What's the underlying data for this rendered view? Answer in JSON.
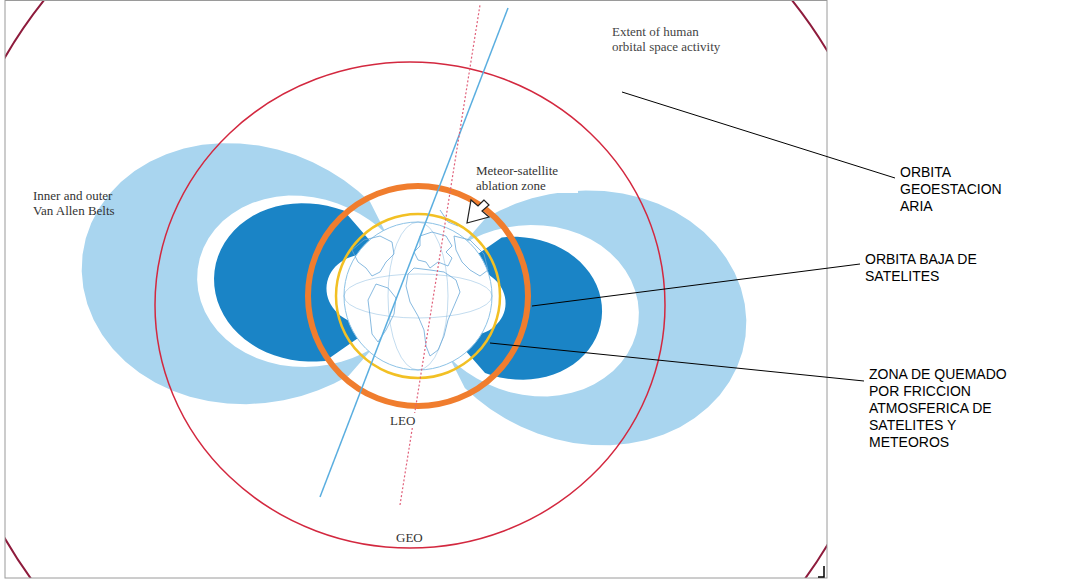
{
  "diagram": {
    "labels": [
      "Extent of human orbital space activity",
      "Inner and outer Van Allen Belts",
      "Meteor-satellite ablation zone",
      "LEO",
      "GEO",
      "ORBITA GEOESTACION ARIA",
      "ORBITA BAJA DE SATELITES",
      "ZONA DE QUEMADO POR FRICCION ATMOSFERICA DE SATELITES Y METEOROS"
    ]
  }
}
